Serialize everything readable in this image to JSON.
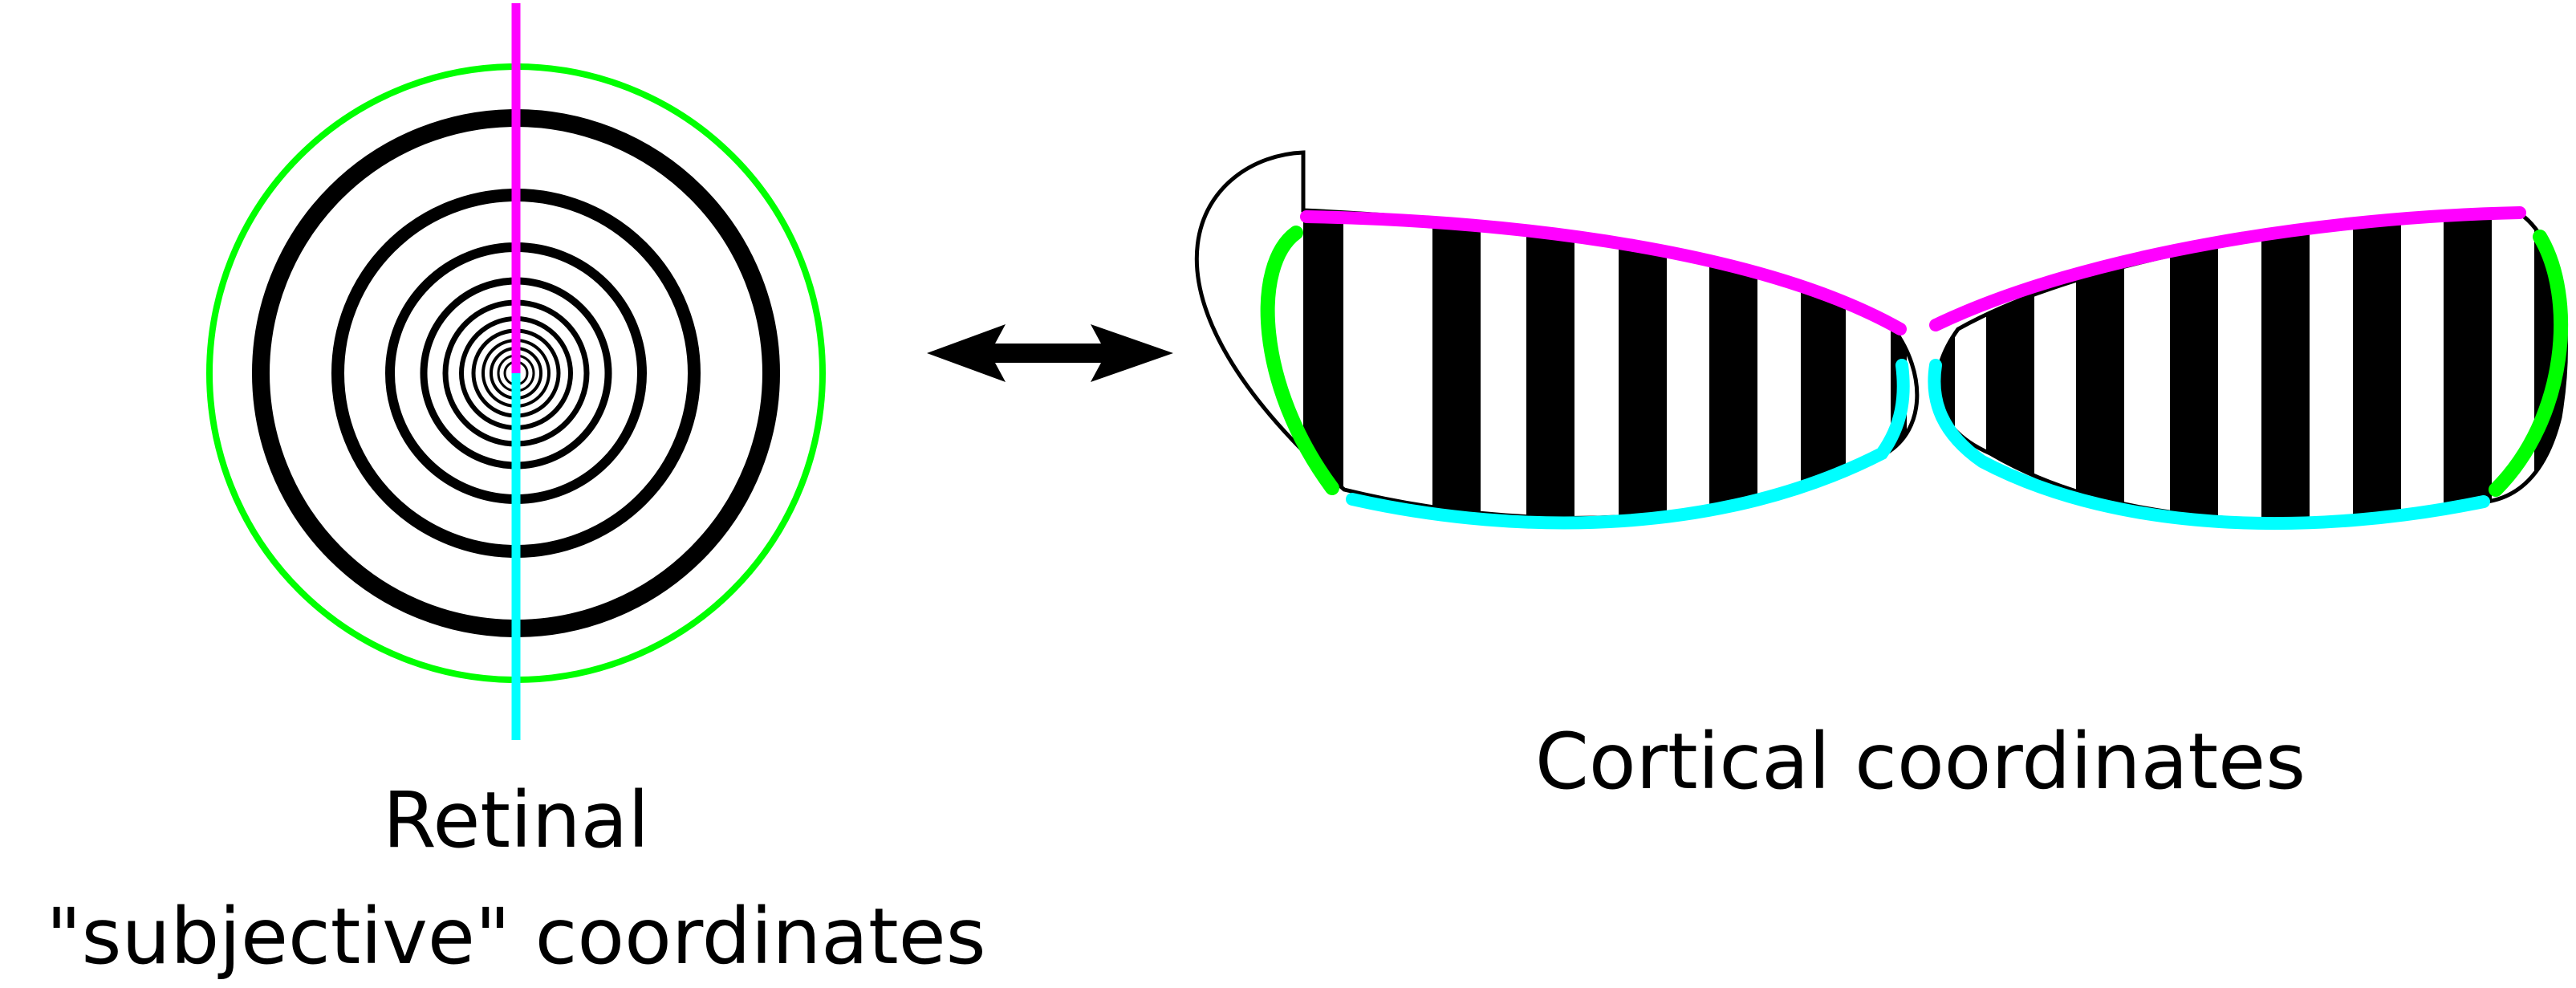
{
  "captions": {
    "retinal_line1": "Retinal",
    "retinal_line2": "\"subjective\" coordinates",
    "cortical": "Cortical coordinates"
  },
  "colors": {
    "upper_meridian": "#ff00ff",
    "lower_meridian": "#00ffff",
    "periphery": "#00ff00",
    "stripes": "#000000",
    "background": "#ffffff"
  },
  "icons": {
    "arrow": "double-headed-arrow-icon"
  }
}
